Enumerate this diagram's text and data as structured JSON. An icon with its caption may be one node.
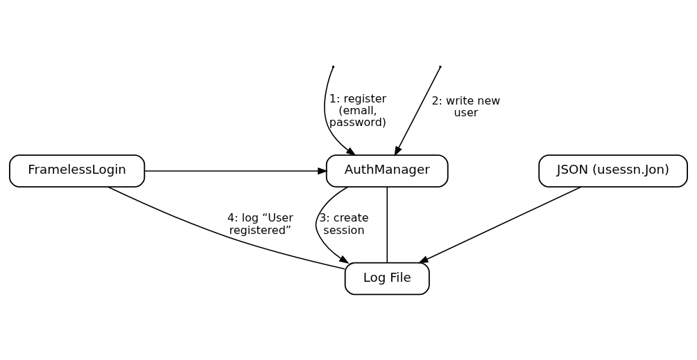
{
  "diagram": {
    "nodes": [
      {
        "text": [
          "FramelessLogin"
        ]
      },
      {
        "text": [
          "AuthManager"
        ]
      },
      {
        "text": [
          "JSON (usessn.Jon)"
        ]
      },
      {
        "text": [
          "Log File"
        ]
      }
    ],
    "edges": [
      {
        "from": 0,
        "to": 1,
        "arrow": "to"
      },
      {
        "from": null,
        "to": 1,
        "arrow": "to",
        "label": "1: register (emall, password)"
      },
      {
        "from": null,
        "to": 1,
        "arrow": "to",
        "label": "2: write new user"
      },
      {
        "from": 1,
        "to": 3,
        "arrow": "to",
        "label": "3: create session"
      },
      {
        "from": 2,
        "to": 3,
        "arrow": "to"
      },
      {
        "from": 0,
        "to": 3,
        "arrow": "none",
        "label": "4: log “User registered”"
      },
      {
        "from": 1,
        "to": 3,
        "arrow": "none"
      }
    ]
  }
}
